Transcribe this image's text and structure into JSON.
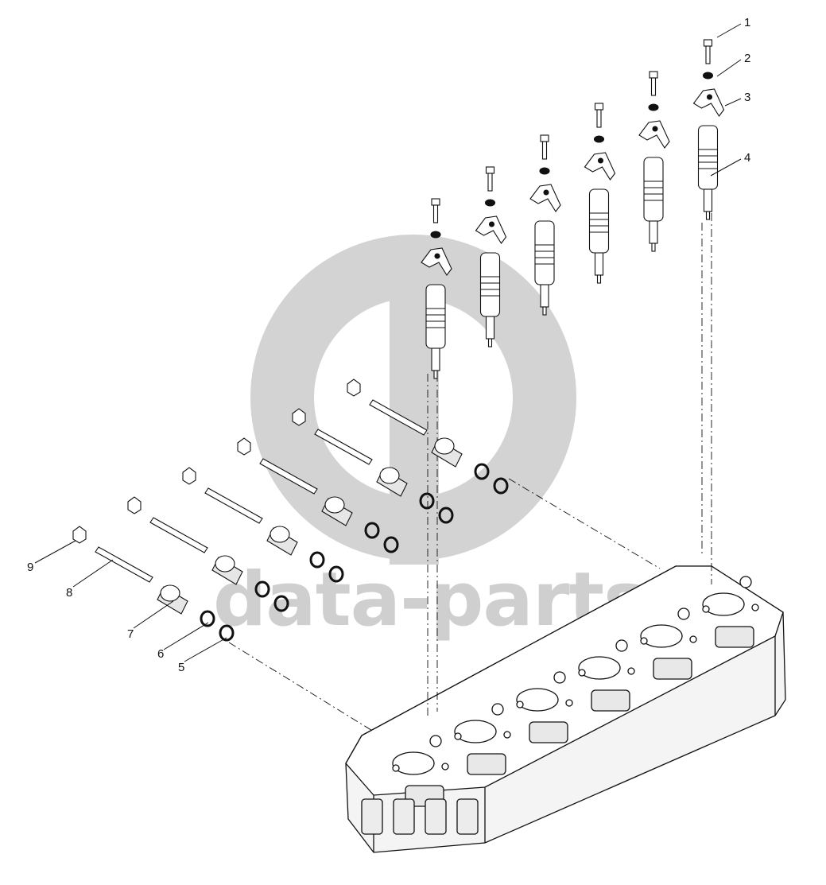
{
  "watermark": {
    "text": "data-parts",
    "logo_icon": "dp-logo-watermark-icon",
    "color": "#d0d0d0"
  },
  "callouts": [
    {
      "id": 1,
      "label": "1"
    },
    {
      "id": 2,
      "label": "2"
    },
    {
      "id": 3,
      "label": "3"
    },
    {
      "id": 4,
      "label": "4"
    },
    {
      "id": 5,
      "label": "5"
    },
    {
      "id": 6,
      "label": "6"
    },
    {
      "id": 7,
      "label": "7"
    },
    {
      "id": 8,
      "label": "8"
    },
    {
      "id": 9,
      "label": "9"
    }
  ],
  "parts": {
    "injector_count": 6,
    "cylinder_head_icon": "cylinder-head-icon",
    "injector_icon": "fuel-injector-icon",
    "clamp_icon": "injector-clamp-icon",
    "bolt_icon": "bolt-icon",
    "washer_icon": "washer-icon",
    "connector_icon": "fuel-connector-icon",
    "tube_icon": "fuel-tube-icon",
    "nut_icon": "nut-icon",
    "oring_icon": "o-ring-icon"
  }
}
